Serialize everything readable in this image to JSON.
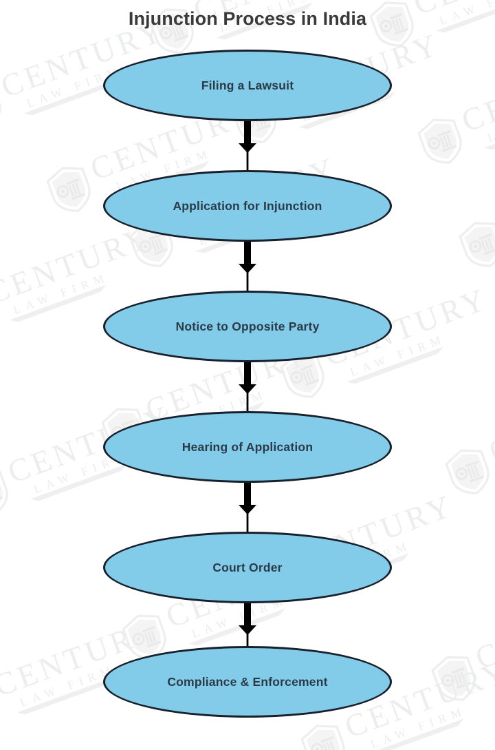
{
  "title": "Injunction Process in India",
  "colors": {
    "node_fill": "#83cce9",
    "node_border": "#18202c",
    "node_text": "#2b3a47",
    "title_text": "#3a3a3a",
    "arrow": "#000000",
    "background": "#ffffff",
    "watermark": "#ececec"
  },
  "watermark": {
    "brand": "CENTURY",
    "tagline": "LAW FIRM",
    "logo_icon": "shield-pillar-icon"
  },
  "chart_data": {
    "type": "diagram",
    "diagram_type": "flowchart",
    "orientation": "vertical",
    "title": "Injunction Process in India",
    "node_shape": "ellipse",
    "nodes": [
      {
        "id": "step-1",
        "label": "Filing a Lawsuit"
      },
      {
        "id": "step-2",
        "label": "Application for Injunction"
      },
      {
        "id": "step-3",
        "label": "Notice to Opposite Party"
      },
      {
        "id": "step-4",
        "label": "Hearing of Application"
      },
      {
        "id": "step-5",
        "label": "Court Order"
      },
      {
        "id": "step-6",
        "label": "Compliance & Enforcement"
      }
    ],
    "edges": [
      {
        "from": "step-1",
        "to": "step-2",
        "style": "arrow"
      },
      {
        "from": "step-2",
        "to": "step-3",
        "style": "arrow"
      },
      {
        "from": "step-3",
        "to": "step-4",
        "style": "arrow"
      },
      {
        "from": "step-4",
        "to": "step-5",
        "style": "arrow"
      },
      {
        "from": "step-5",
        "to": "step-6",
        "style": "arrow"
      }
    ]
  }
}
